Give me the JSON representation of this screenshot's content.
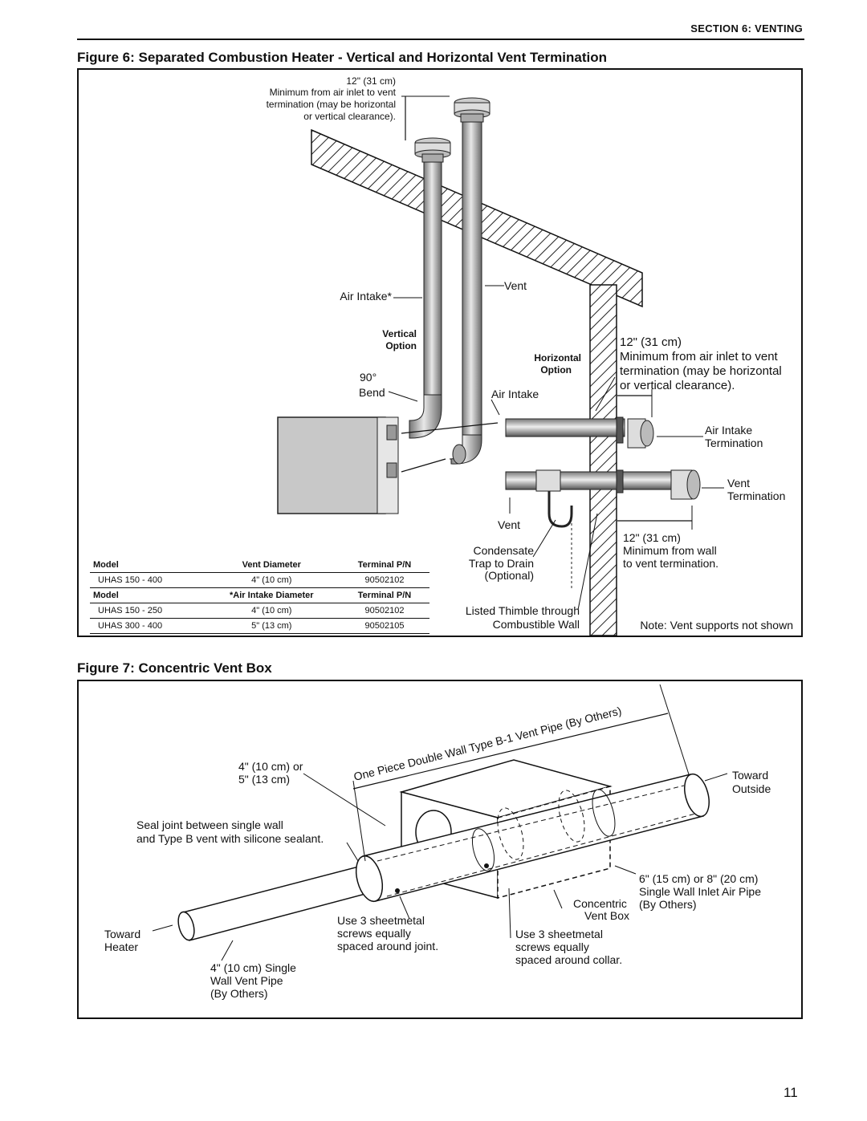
{
  "header": {
    "section_label": "SECTION 6: VENTING"
  },
  "figure6": {
    "title": "Figure 6: Separated Combustion Heater - Vertical and Horizontal Vent Termination",
    "labels": {
      "top_clear_1": "12\" (31 cm)",
      "top_clear_2": "Minimum from air inlet to vent",
      "top_clear_3": "termination (may be horizontal",
      "top_clear_4": "or vertical clearance).",
      "air_intake_star": "Air Intake*",
      "vent_top": "Vent",
      "vertical_1": "Vertical",
      "vertical_2": "Option",
      "horizontal_1": "Horizontal",
      "horizontal_2": "Option",
      "bend_1": "90°",
      "bend_2": "Bend",
      "air_intake": "Air Intake",
      "right_clear_1": "12\" (31 cm)",
      "right_clear_2": "Minimum from air inlet to vent",
      "right_clear_3": "termination (may be horizontal",
      "right_clear_4": "or vertical clearance).",
      "ai_term_1": "Air Intake",
      "ai_term_2": "Termination",
      "vent_term_1": "Vent",
      "vent_term_2": "Termination",
      "vent_low": "Vent",
      "cond_1": "Condensate",
      "cond_2": "Trap to Drain",
      "cond_3": "(Optional)",
      "wall_clear_1": "12\" (31 cm)",
      "wall_clear_2": "Minimum from wall",
      "wall_clear_3": "to vent termination.",
      "thimble_1": "Listed Thimble through",
      "thimble_2": "Combustible Wall",
      "note": "Note: Vent supports not shown"
    },
    "table": {
      "vent_header": [
        "Model",
        "Vent Diameter",
        "Terminal P/N"
      ],
      "vent_rows": [
        [
          "UHAS 150 - 400",
          "4\" (10 cm)",
          "90502102"
        ]
      ],
      "intake_header": [
        "Model",
        "*Air Intake Diameter",
        "Terminal P/N"
      ],
      "intake_rows": [
        [
          "UHAS 150 - 250",
          "4\" (10 cm)",
          "90502102"
        ],
        [
          "UHAS 300 - 400",
          "5\" (13 cm)",
          "90502105"
        ]
      ]
    }
  },
  "figure7": {
    "title": "Figure 7: Concentric Vent Box",
    "labels": {
      "b1_pipe": "One Piece Double Wall Type B-1 Vent Pipe (By Others)",
      "dia_1": "4\" (10 cm) or",
      "dia_2": "5\" (13 cm)",
      "seal_1": "Seal joint between single wall",
      "seal_2": "and Type B vent with silicone sealant.",
      "toward_outside_1": "Toward",
      "toward_outside_2": "Outside",
      "inlet_1": "6\" (15 cm) or 8\" (20 cm)",
      "inlet_2": "Single Wall Inlet Air Pipe",
      "inlet_3": "(By Others)",
      "box_1": "Concentric",
      "box_2": "Vent Box",
      "toward_heater_1": "Toward",
      "toward_heater_2": "Heater",
      "screws_joint_1": "Use 3 sheetmetal",
      "screws_joint_2": "screws equally",
      "screws_joint_3": "spaced around joint.",
      "screws_collar_1": "Use 3 sheetmetal",
      "screws_collar_2": "screws equally",
      "screws_collar_3": "spaced around collar.",
      "single_1": "4\" (10 cm) Single",
      "single_2": "Wall Vent Pipe",
      "single_3": "(By Others)"
    }
  },
  "page_number": "11"
}
